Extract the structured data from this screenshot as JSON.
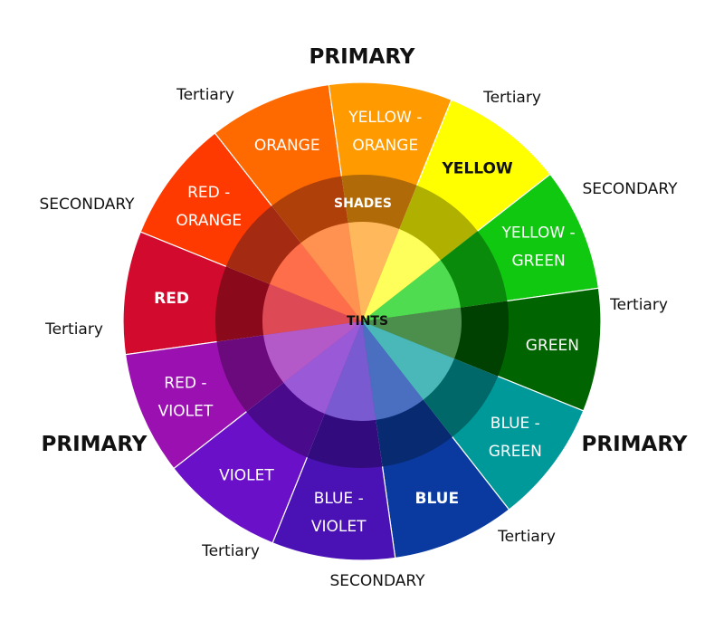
{
  "segments": [
    {
      "name": "red",
      "lines": [
        "RED"
      ],
      "bold": true,
      "dark_text": false,
      "base": "#d20a2e",
      "shade": "#8a0a1c",
      "tint": "#dd4a55"
    },
    {
      "name": "red-orange",
      "lines": [
        "RED -",
        "ORANGE"
      ],
      "bold": false,
      "dark_text": false,
      "base": "#ff3a00",
      "shade": "#a52a12",
      "tint": "#ff6e4a"
    },
    {
      "name": "orange",
      "lines": [
        "ORANGE"
      ],
      "bold": false,
      "dark_text": false,
      "base": "#ff6a00",
      "shade": "#b0400a",
      "tint": "#ff9250"
    },
    {
      "name": "yellow-orange",
      "lines": [
        "YELLOW -",
        "ORANGE"
      ],
      "bold": false,
      "dark_text": false,
      "base": "#ff9a00",
      "shade": "#b06a08",
      "tint": "#ffb85c"
    },
    {
      "name": "yellow",
      "lines": [
        "YELLOW"
      ],
      "bold": true,
      "dark_text": true,
      "base": "#ffff00",
      "shade": "#b0b000",
      "tint": "#ffff5c"
    },
    {
      "name": "yellow-green",
      "lines": [
        "YELLOW -",
        "GREEN"
      ],
      "bold": false,
      "dark_text": false,
      "base": "#10c810",
      "shade": "#0a8a0a",
      "tint": "#50dc50"
    },
    {
      "name": "green",
      "lines": [
        "GREEN"
      ],
      "bold": false,
      "dark_text": false,
      "base": "#006400",
      "shade": "#004000",
      "tint": "#4c8e4c"
    },
    {
      "name": "blue-green",
      "lines": [
        "BLUE -",
        "GREEN"
      ],
      "bold": false,
      "dark_text": false,
      "base": "#00999a",
      "shade": "#006868",
      "tint": "#4ab8b8"
    },
    {
      "name": "blue",
      "lines": [
        "BLUE"
      ],
      "bold": true,
      "dark_text": false,
      "base": "#0a3aa0",
      "shade": "#072a70",
      "tint": "#4a6fc0"
    },
    {
      "name": "blue-violet",
      "lines": [
        "BLUE -",
        "VIOLET"
      ],
      "bold": false,
      "dark_text": false,
      "base": "#4a12b4",
      "shade": "#320c7e",
      "tint": "#7a5ad0"
    },
    {
      "name": "violet",
      "lines": [
        "VIOLET"
      ],
      "bold": false,
      "dark_text": false,
      "base": "#6a10c8",
      "shade": "#4a0a8c",
      "tint": "#9a5ad8"
    },
    {
      "name": "red-violet",
      "lines": [
        "RED -",
        "VIOLET"
      ],
      "bold": false,
      "dark_text": false,
      "base": "#9a10b0",
      "shade": "#6a0a7c",
      "tint": "#b45ac8"
    }
  ],
  "center": {
    "shades": "SHADES",
    "tints": "TINTS"
  },
  "outer_labels": [
    {
      "name": "primary-top",
      "text": "PRIMARY",
      "kind": "primary"
    },
    {
      "name": "tertiary-top-left",
      "text": "Tertiary",
      "kind": "tertiary"
    },
    {
      "name": "tertiary-top-right",
      "text": "Tertiary",
      "kind": "tertiary"
    },
    {
      "name": "secondary-left",
      "text": "SECONDARY",
      "kind": "secondary"
    },
    {
      "name": "secondary-right",
      "text": "SECONDARY",
      "kind": "secondary"
    },
    {
      "name": "tertiary-left",
      "text": "Tertiary",
      "kind": "tertiary"
    },
    {
      "name": "tertiary-right",
      "text": "Tertiary",
      "kind": "tertiary"
    },
    {
      "name": "primary-left",
      "text": "PRIMARY",
      "kind": "primary"
    },
    {
      "name": "primary-right",
      "text": "PRIMARY",
      "kind": "primary"
    },
    {
      "name": "tertiary-bottom-left",
      "text": "Tertiary",
      "kind": "tertiary"
    },
    {
      "name": "tertiary-bottom-right",
      "text": "Tertiary",
      "kind": "tertiary"
    },
    {
      "name": "secondary-bottom",
      "text": "SECONDARY",
      "kind": "secondary"
    }
  ]
}
